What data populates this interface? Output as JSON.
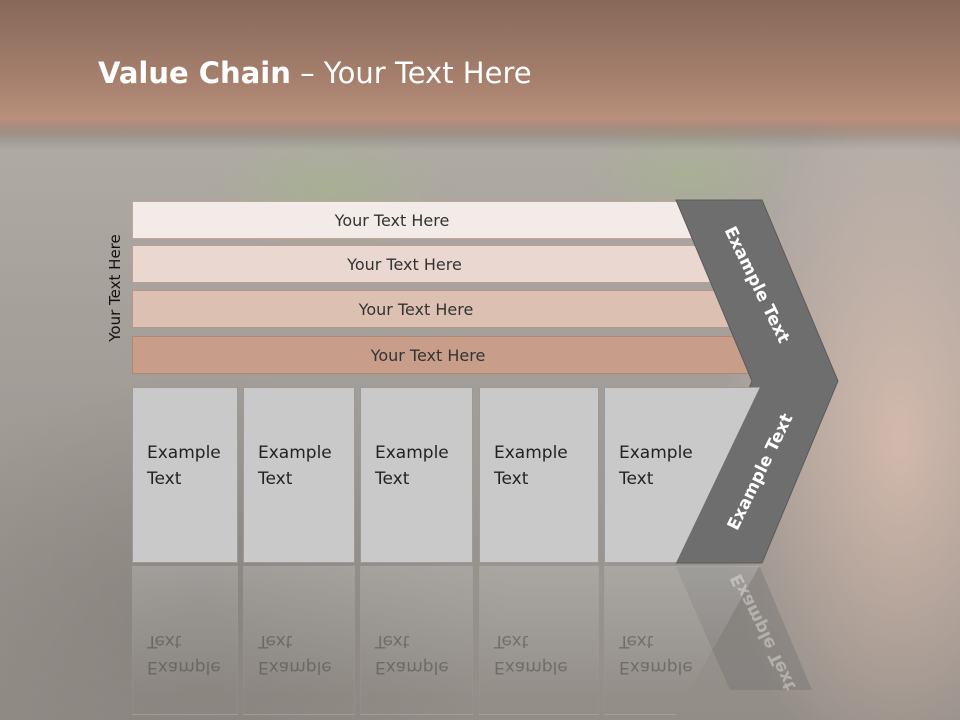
{
  "header": {
    "title_bold": "Value Chain",
    "title_rest": " – Your Text Here"
  },
  "side_label": "Your Text Here",
  "bars": [
    {
      "label": "Your Text Here"
    },
    {
      "label": "Your Text Here"
    },
    {
      "label": "Your Text Here"
    },
    {
      "label": "Your Text Here"
    }
  ],
  "boxes": [
    {
      "line1": "Example",
      "line2": "Text"
    },
    {
      "line1": "Example",
      "line2": "Text"
    },
    {
      "line1": "Example",
      "line2": "Text"
    },
    {
      "line1": "Example",
      "line2": "Text"
    },
    {
      "line1": "Example",
      "line2": "Text"
    }
  ],
  "chevron": {
    "upper_label": "Example Text",
    "lower_label": "Example Text"
  },
  "colors": {
    "header": "#a57f6c",
    "chevron": "#6e6e6e",
    "box": "#c9c9c9"
  }
}
